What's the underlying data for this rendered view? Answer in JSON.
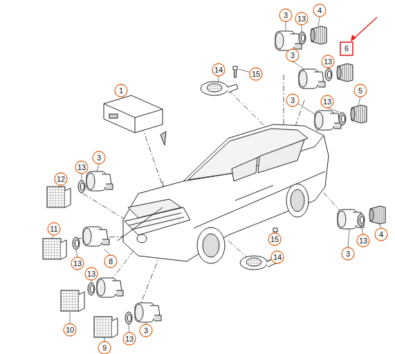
{
  "diagram": {
    "labels": [
      "3",
      "13",
      "4",
      "6",
      "14",
      "15",
      "3",
      "13",
      "1",
      "5",
      "3",
      "13",
      "3",
      "13",
      "12",
      "11",
      "8",
      "13",
      "15",
      "14",
      "13",
      "4",
      "13",
      "3",
      "10",
      "13",
      "3",
      "9"
    ]
  }
}
